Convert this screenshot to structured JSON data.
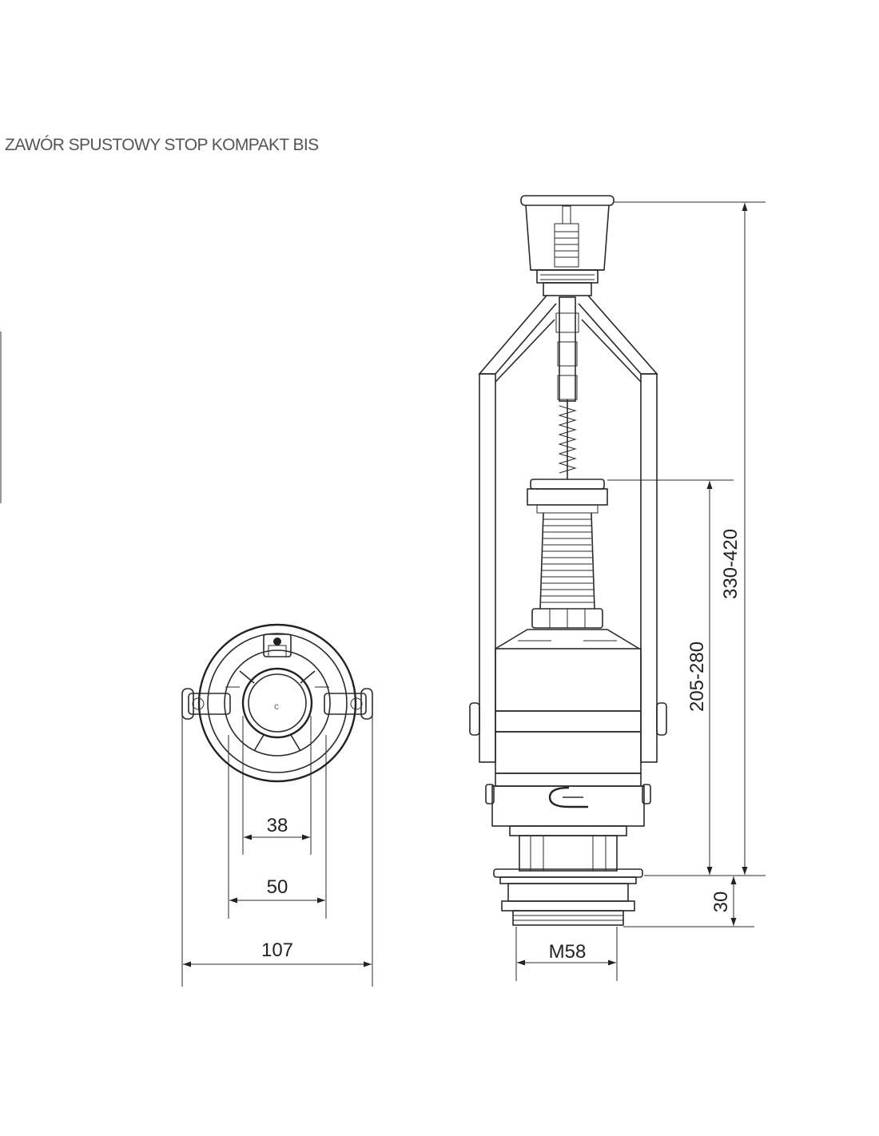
{
  "title": "ZAWÓR SPUSTOWY STOP KOMPAKT BIS",
  "dimensions": {
    "inner_diameter": "38",
    "outer_diameter": "50",
    "total_width": "107",
    "thread": "M58",
    "total_height": "330-420",
    "body_height": "205-280",
    "base_height": "30"
  }
}
